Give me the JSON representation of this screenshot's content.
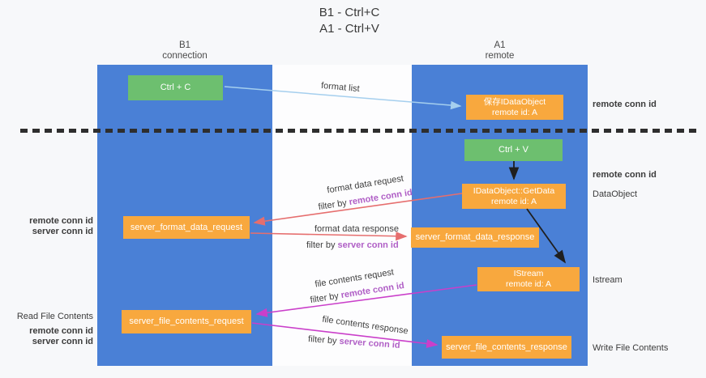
{
  "title": {
    "line1": "B1 - Ctrl+C",
    "line2": "A1 - Ctrl+V"
  },
  "lanes": {
    "left": {
      "name": "B1",
      "subtitle": "connection"
    },
    "right": {
      "name": "A1",
      "subtitle": "remote"
    }
  },
  "nodes": {
    "ctrl_c": {
      "label": "Ctrl + C"
    },
    "save_idataobject": {
      "line1": "保存IDataObject",
      "line2": "remote id: A"
    },
    "ctrl_v": {
      "label": "Ctrl + V"
    },
    "idataobject_getdata": {
      "line1": "IDataObject::GetData",
      "line2": "remote id: A"
    },
    "server_format_data_request": {
      "label": "server_format_data_request"
    },
    "server_format_data_response": {
      "label": "server_format_data_response"
    },
    "istream": {
      "line1": "IStream",
      "line2": "remote id: A"
    },
    "server_file_contents_request": {
      "label": "server_file_contents_request"
    },
    "server_file_contents_response": {
      "label": "server_file_contents_response"
    }
  },
  "flow_labels": {
    "format_list": "format list",
    "format_data_request": "format data request",
    "format_data_response": "format data response",
    "file_contents_request": "file contents request",
    "file_contents_response": "file contents response",
    "filter_by": "filter by ",
    "remote_conn_id": "remote conn id",
    "server_conn_id": "server conn id"
  },
  "side_labels": {
    "remote_conn_id": "remote conn id",
    "server_conn_id": "server conn id",
    "data_object": "DataObject",
    "istream": "Istream",
    "read_file_contents": "Read File Contents",
    "write_file_contents": "Write File Contents"
  },
  "colors": {
    "lane_blue": "#4a80d6",
    "box_orange": "#f8a83e",
    "box_green": "#6dbf6f",
    "text_purple": "#b05fc6",
    "text_green": "#5cb85c",
    "arrow_red": "#e66e6e",
    "arrow_magenta": "#ca3fca",
    "arrow_blue": "#a5cfee",
    "arrow_black": "#1f1f1f"
  }
}
